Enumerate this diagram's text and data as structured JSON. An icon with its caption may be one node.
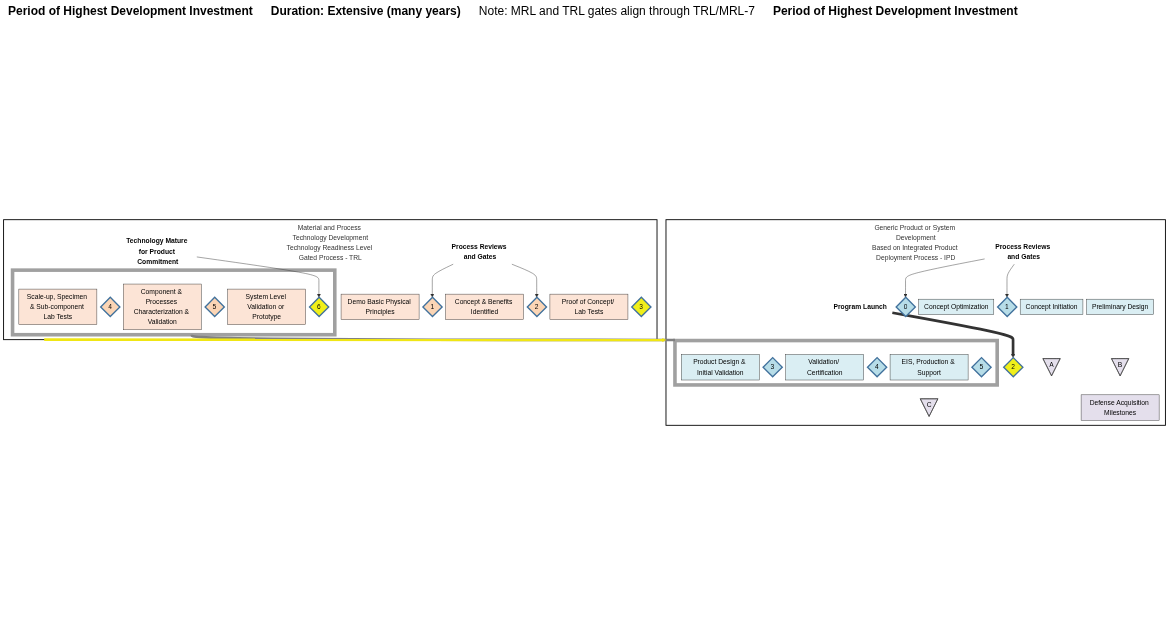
{
  "diagram": {
    "nodes": [
      {
        "text": [
          "Material and Process Technology Development",
          "Technology Readiness Level Gated Process - TRL"
        ]
      },
      {
        "text": [
          "Demo Basic Physical Principles"
        ],
        "in": 0
      },
      {
        "text": [
          "1"
        ],
        "in": 0
      },
      {
        "text": [
          "Concept & Benefits Identified"
        ],
        "in": 0
      },
      {
        "text": [
          "2"
        ],
        "in": 0
      },
      {
        "text": [
          "Proof of Concept/ Lab Tests"
        ],
        "in": 0
      },
      {
        "text": [
          "3"
        ],
        "in": 0
      },
      {
        "text": [],
        "shape": "box",
        "in": 0
      },
      {
        "text": [
          "Scale-up, Specimen & Sub-component Lab Tests"
        ],
        "in": 7
      },
      {
        "text": [
          "4"
        ],
        "in": 7
      },
      {
        "text": [
          "Component & Processes Characterization & Validation"
        ],
        "in": 7
      },
      {
        "text": [
          "5"
        ],
        "in": 7
      },
      {
        "text": [
          "System Level Validation or Prototype"
        ],
        "in": 7
      },
      {
        "text": [
          "6"
        ],
        "in": 7
      },
      {
        "text": [
          "Process Reviews and Gates"
        ],
        "in": 0
      },
      {
        "text": [
          "Technology Mature for Product Commitment"
        ],
        "in": 0
      },
      {
        "text": [
          "Generic Product or System Development",
          "Based on Integrated Product Deployment Process - IPD"
        ]
      },
      {
        "text": [
          "Concept Initiation"
        ],
        "in": 16
      },
      {
        "text": [
          "0"
        ],
        "in": 16
      },
      {
        "text": [
          "Concept Optimization"
        ],
        "in": 16
      },
      {
        "text": [
          "1"
        ],
        "in": 16
      },
      {
        "text": [
          "Preliminary Design"
        ],
        "in": 16
      },
      {
        "text": [
          "2"
        ],
        "in": 16
      },
      {
        "text": [],
        "shape": "box",
        "in": 16
      },
      {
        "text": [
          "Product Design & Initial Validation"
        ],
        "in": 23
      },
      {
        "text": [
          "3"
        ],
        "in": 23
      },
      {
        "text": [
          "Validation/ Certification"
        ],
        "in": 23
      },
      {
        "text": [
          "4"
        ],
        "in": 23
      },
      {
        "text": [
          "EIS, Production & Support"
        ],
        "in": 23
      },
      {
        "text": [
          "5"
        ],
        "in": 23
      },
      {
        "text": [
          "Process Reviews and Gates"
        ],
        "in": 16
      },
      {
        "text": [
          "Program Launch"
        ],
        "in": 16
      },
      {
        "text": [
          "A"
        ],
        "in": 16
      },
      {
        "text": [
          "B"
        ],
        "in": 16
      },
      {
        "text": [
          "C"
        ],
        "in": 16
      },
      {
        "text": [
          "Defense Acquisition Milestones"
        ],
        "in": 16
      }
    ],
    "edges": [
      {
        "from": 14,
        "to": 2,
        "arrow": "to"
      },
      {
        "from": 14,
        "to": 4,
        "arrow": "to"
      },
      {
        "from": 15,
        "to": 13,
        "arrow": "to"
      },
      {
        "from": 7,
        "to": 23,
        "arrow": "none",
        "style": "thick",
        "color": "#808080"
      },
      {
        "from": 0,
        "to": 16,
        "arrow": "to",
        "style": "thick",
        "color": "#f0e614"
      },
      {
        "from": 30,
        "to": 18,
        "arrow": "to"
      },
      {
        "from": 30,
        "to": 20,
        "arrow": "to"
      },
      {
        "from": 31,
        "to": 22,
        "arrow": "to",
        "style": "thick"
      }
    ],
    "labels": [
      "Period of Highest Development Investment",
      "Duration: Extensive (many years)",
      "Note: MRL and TRL gates align through TRL/MRL-7",
      "Period of Highest Development Investment"
    ]
  }
}
